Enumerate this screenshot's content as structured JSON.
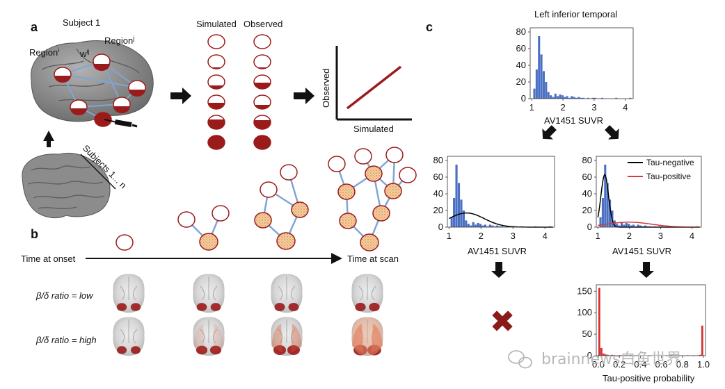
{
  "panels": {
    "a": "a",
    "b": "b",
    "c": "c"
  },
  "panel_a": {
    "subject_title": "Subject 1",
    "region_left": "Region",
    "region_left_sup": "i",
    "region_right": "Region",
    "region_right_sup": "j",
    "weight": "w",
    "weight_sup": "ij",
    "subjects_label": "Subjects 1... n",
    "col_simulated": "Simulated",
    "col_observed": "Observed",
    "sim_fill_levels": [
      0.0,
      0.1,
      0.25,
      0.45,
      0.7,
      1.0
    ],
    "obs_fill_levels": [
      0.0,
      0.1,
      0.45,
      0.3,
      0.65,
      1.0
    ],
    "axis_y": "Observed",
    "axis_x": "Simulated"
  },
  "panel_b": {
    "onset_label": "Time at onset",
    "scan_label": "Time at scan",
    "ratio_low": "β/δ ratio = low",
    "ratio_high": "β/δ ratio = high"
  },
  "panel_c": {
    "top_title": "Left inferior temporal",
    "xlabel_top": "AV1451 SUVR",
    "xlabel_left": "AV1451 SUVR",
    "xlabel_right": "AV1451 SUVR",
    "xlabel_bottom": "Tau-positive probability",
    "legend_neg": "Tau-negative",
    "legend_pos": "Tau-positive",
    "reject_mark": "✖"
  },
  "chart_data": [
    {
      "type": "bar",
      "title": "Left inferior temporal",
      "xlabel": "AV1451 SUVR",
      "xlim": [
        0.95,
        4.25
      ],
      "ylim": [
        0,
        85
      ],
      "xticks": [
        1,
        2,
        3,
        4
      ],
      "yticks": [
        0,
        20,
        40,
        60,
        80
      ],
      "bin_width": 0.075,
      "bin_start": 1.05,
      "values": [
        12,
        35,
        75,
        53,
        33,
        20,
        8,
        4,
        2,
        6,
        3,
        5,
        4,
        2,
        3,
        1,
        3,
        2,
        1,
        2,
        1,
        1,
        0,
        1,
        0,
        1,
        1,
        0,
        0,
        1,
        0,
        0,
        0,
        0,
        0,
        1,
        0,
        0,
        0,
        0,
        0,
        1
      ]
    },
    {
      "type": "bar",
      "xlabel": "AV1451 SUVR",
      "xlim": [
        0.95,
        4.3
      ],
      "ylim": [
        0,
        85
      ],
      "xticks": [
        1,
        2,
        3,
        4
      ],
      "yticks": [
        0,
        20,
        40,
        60,
        80
      ],
      "bin_width": 0.075,
      "bin_start": 1.05,
      "values": [
        12,
        35,
        75,
        53,
        33,
        20,
        8,
        4,
        2,
        6,
        3,
        5,
        4,
        2,
        3,
        1,
        3,
        2,
        1,
        2,
        1,
        1,
        0,
        1,
        0,
        1,
        1,
        0,
        0,
        1,
        0,
        0,
        0,
        0,
        0,
        1,
        0,
        0,
        0,
        0,
        0,
        1
      ],
      "fit": {
        "type": "single gaussian",
        "mean": 1.55,
        "sd": 0.55,
        "peak": 17
      }
    },
    {
      "type": "bar",
      "xlabel": "AV1451 SUVR",
      "xlim": [
        0.95,
        4.3
      ],
      "ylim": [
        0,
        85
      ],
      "xticks": [
        1,
        2,
        3,
        4
      ],
      "yticks": [
        0,
        20,
        40,
        60,
        80
      ],
      "bin_width": 0.075,
      "bin_start": 1.05,
      "values": [
        12,
        35,
        75,
        53,
        33,
        20,
        8,
        4,
        2,
        6,
        3,
        5,
        4,
        2,
        3,
        1,
        3,
        2,
        1,
        2,
        1,
        1,
        0,
        1,
        0,
        1,
        1,
        0,
        0,
        1,
        0,
        0,
        0,
        0,
        0,
        1,
        0,
        0,
        0,
        0,
        0,
        1
      ],
      "series": [
        {
          "name": "Tau-negative",
          "color": "#000000",
          "mean": 1.22,
          "sd": 0.12,
          "peak": 63
        },
        {
          "name": "Tau-positive",
          "color": "#d33a3a",
          "mean": 2.0,
          "sd": 0.7,
          "peak": 6
        }
      ],
      "legend": "top-right"
    },
    {
      "type": "bar",
      "xlabel": "Tau-positive probability",
      "xlim": [
        -0.02,
        1.02
      ],
      "ylim": [
        0,
        165
      ],
      "xticks": [
        0.0,
        0.2,
        0.4,
        0.6,
        0.8,
        1.0
      ],
      "yticks": [
        0,
        50,
        100,
        150
      ],
      "bin_width": 0.02,
      "values": [
        158,
        18,
        5,
        3,
        2,
        1,
        2,
        1,
        1,
        1,
        1,
        1,
        0,
        1,
        0,
        1,
        0,
        0,
        1,
        0,
        1,
        0,
        0,
        1,
        0,
        0,
        0,
        1,
        0,
        0,
        1,
        0,
        0,
        0,
        1,
        0,
        0,
        0,
        1,
        0,
        0,
        0,
        1,
        0,
        0,
        1,
        0,
        1,
        2,
        70
      ],
      "color": "#d32f2f"
    }
  ],
  "watermark": "brainnews白鱼世界",
  "colors": {
    "bar_blue": "#4a6fc3",
    "dark_red": "#9b1b1b",
    "edge_blue": "#7fa6d4",
    "node_orange": "#e8b07a",
    "tau_red": "#d33a3a"
  }
}
